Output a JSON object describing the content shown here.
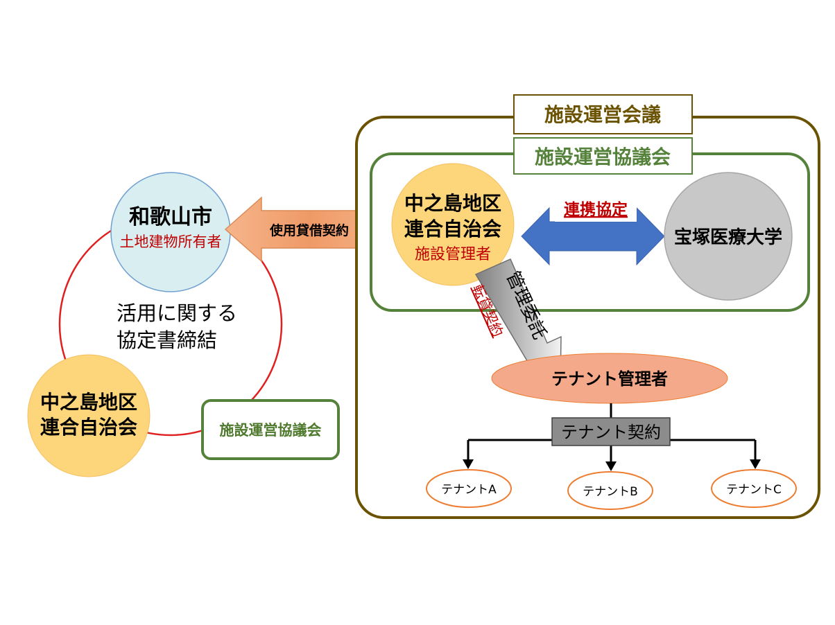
{
  "colors": {
    "outer_frame": "#6b5200",
    "inner_frame": "#55823a",
    "red_text": "#c00000",
    "city_fill": "#d8eef0",
    "assoc_fill": "#fdd57a",
    "hospital_fill": "#c8c8c8",
    "blue_arrow": "#4472c4",
    "tenant_manager_fill": "#f4a98a",
    "tenant_ellipse_stroke": "#ed7d31",
    "contract_box_fill": "#8c8c8c",
    "agreement_circle": "#e02020"
  },
  "left": {
    "city": {
      "name": "和歌山市",
      "role": "土地建物所有者"
    },
    "association": {
      "line1": "中之島地区",
      "line2": "連合自治会"
    },
    "agreement": {
      "line1": "活用に関する",
      "line2": "協定書締結"
    },
    "council_box": "施設運営協議会"
  },
  "lease_arrow_label": "使用貸借契約",
  "right": {
    "meeting_title": "施設運営会議",
    "council_title": "施設運営協議会",
    "manager": {
      "line1": "中之島地区",
      "line2": "連合自治会",
      "role": "施設管理者"
    },
    "partnership_label": "連携協定",
    "university": "宝塚医療大学",
    "management_label": "管理委託",
    "sublease_label": "転貸契約",
    "tenant_manager": "テナント管理者",
    "tenant_contract": "テナント契約",
    "tenants": [
      "テナントA",
      "テナントB",
      "テナントC"
    ]
  }
}
